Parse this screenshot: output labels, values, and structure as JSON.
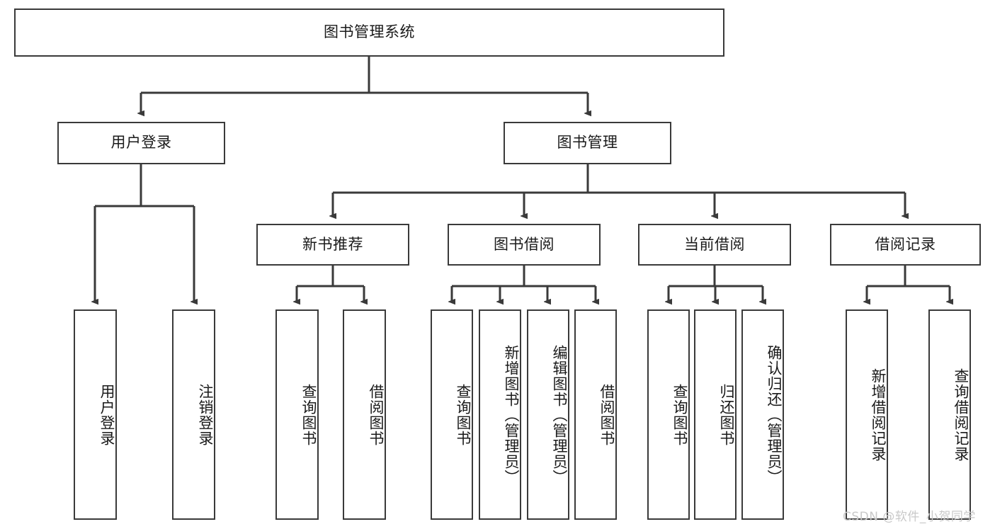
{
  "diagram": {
    "title": "图书管理系统",
    "type": "tree-hierarchy-diagram",
    "line_color": "#3a3a3a",
    "box_fill": "#ffffff",
    "text_color": "#1a1a1a",
    "watermark": "CSDN @软件_小贺同学",
    "root": {
      "label": "图书管理系统",
      "children": [
        {
          "label": "用户登录",
          "children": [
            {
              "label": "用户登录"
            },
            {
              "label": "注销登录"
            }
          ]
        },
        {
          "label": "图书管理",
          "children": [
            {
              "label": "新书推荐",
              "children": [
                {
                  "label": "查询图书"
                },
                {
                  "label": "借阅图书"
                }
              ]
            },
            {
              "label": "图书借阅",
              "children": [
                {
                  "label": "查询图书"
                },
                {
                  "label": "新增图书（管理员）"
                },
                {
                  "label": "编辑图书（管理员）"
                },
                {
                  "label": "借阅图书"
                }
              ]
            },
            {
              "label": "当前借阅",
              "children": [
                {
                  "label": "查询图书"
                },
                {
                  "label": "归还图书"
                },
                {
                  "label": "确认归还（管理员）"
                }
              ]
            },
            {
              "label": "借阅记录",
              "children": [
                {
                  "label": "新增借阅记录"
                },
                {
                  "label": "查询借阅记录"
                }
              ]
            }
          ]
        }
      ]
    },
    "nodes": {
      "root": "图书管理系统",
      "user_login": "用户登录",
      "book_mgmt": "图书管理",
      "new_book_rec": "新书推荐",
      "book_borrow": "图书借阅",
      "current_borrow": "当前借阅",
      "borrow_record": "借阅记录",
      "leaf_user_login": "用户登录",
      "leaf_logout": "注销登录",
      "leaf_query_book_1": "查询图书",
      "leaf_borrow_book_1": "借阅图书",
      "leaf_query_book_2": "查询图书",
      "leaf_add_book": "新增图书（管理员）",
      "leaf_edit_book": "编辑图书（管理员）",
      "leaf_borrow_book_2": "借阅图书",
      "leaf_query_book_3": "查询图书",
      "leaf_return_book": "归还图书",
      "leaf_confirm_return": "确认归还（管理员）",
      "leaf_add_record": "新增借阅记录",
      "leaf_query_record": "查询借阅记录"
    }
  }
}
